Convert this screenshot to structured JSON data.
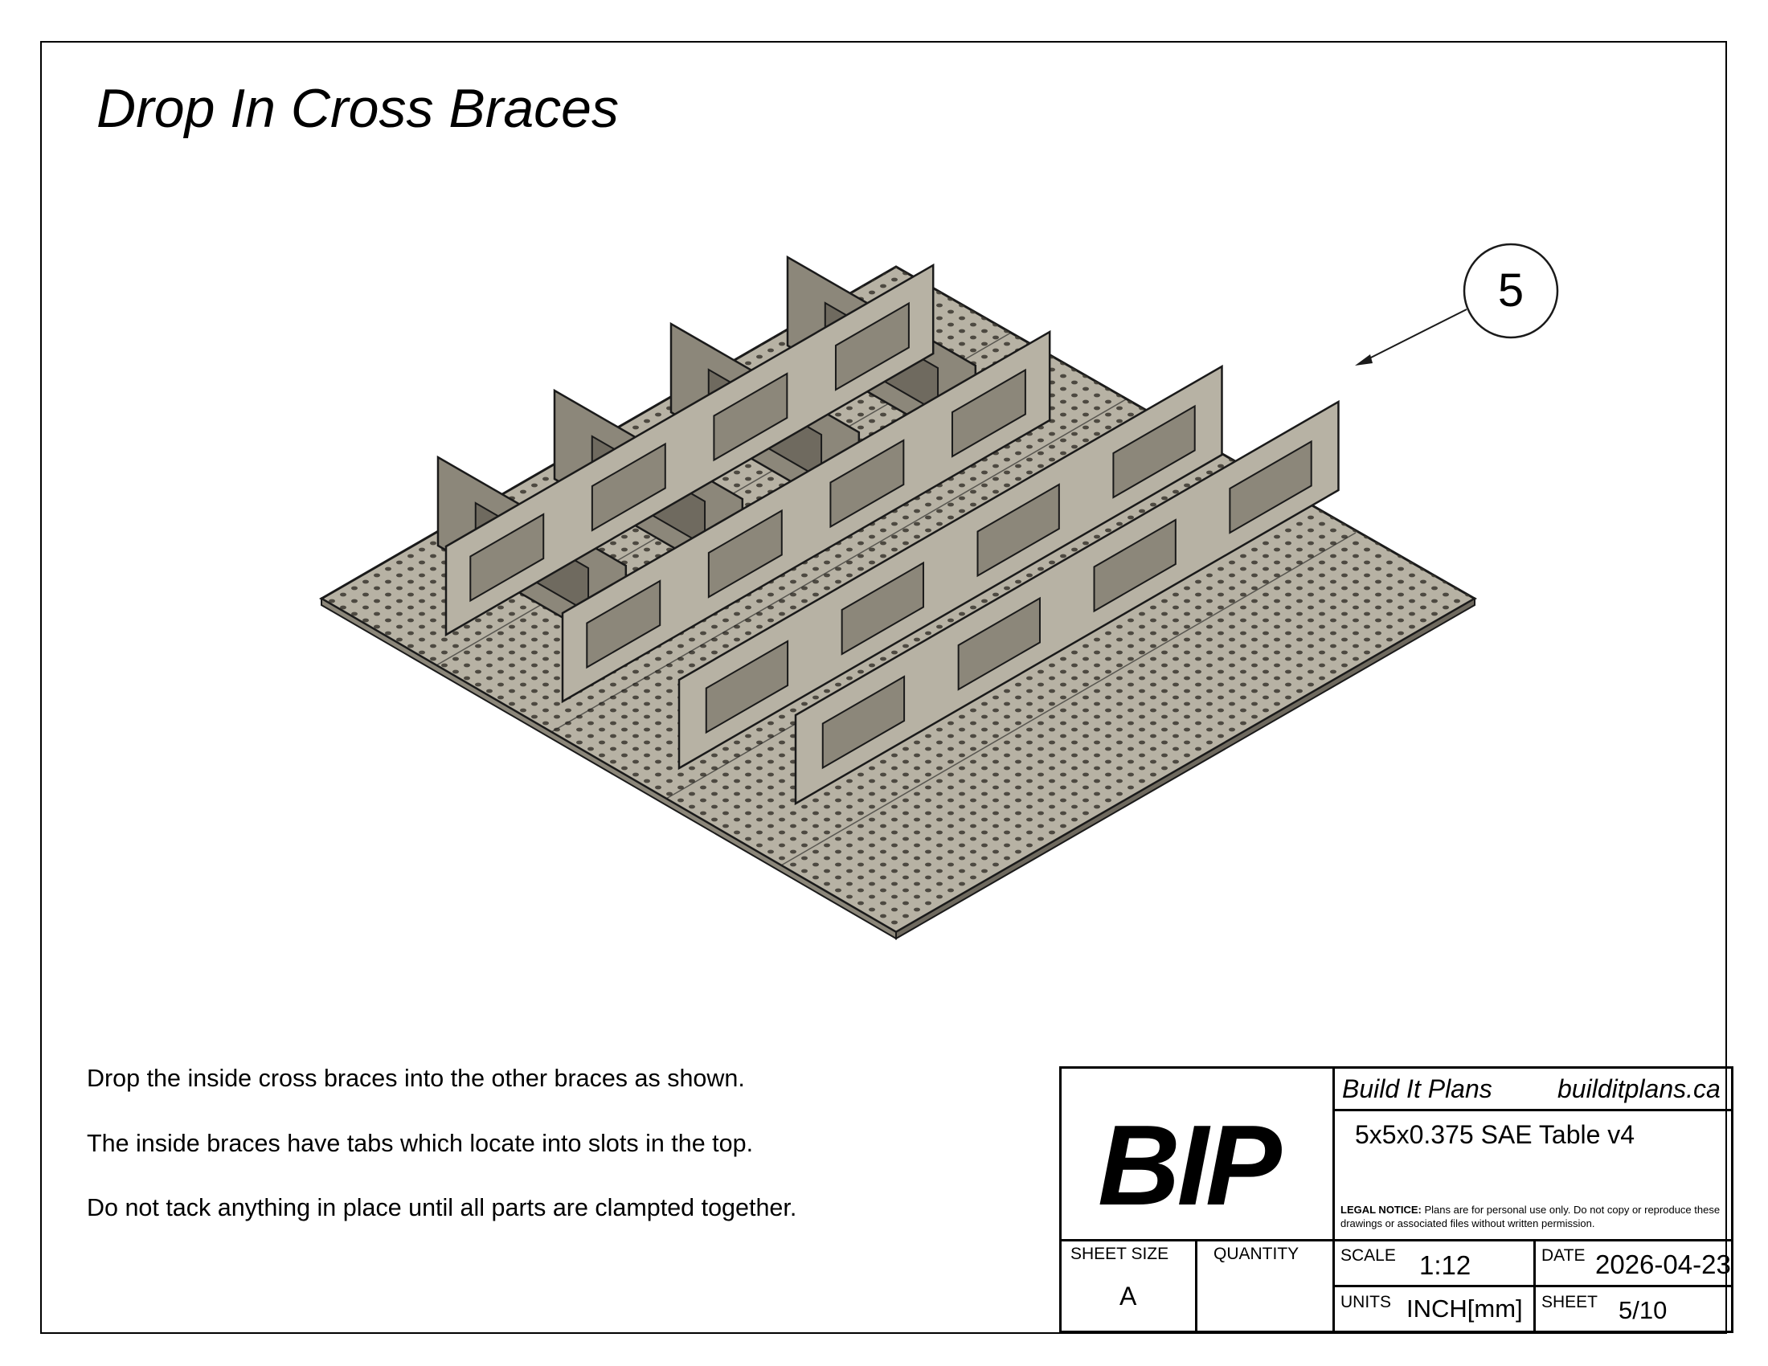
{
  "sheet_title": "Drop In Cross Braces",
  "balloon": "5",
  "notes": [
    "Drop the inside cross braces into the other braces as shown.",
    "The inside braces have tabs which locate into slots in the top.",
    "Do not tack anything in place until all parts are clampted together."
  ],
  "title_block": {
    "logo": "BIP",
    "company": "Build It Plans",
    "website": "builditplans.ca",
    "project_title": "5x5x0.375 SAE Table v4",
    "legal_label": "LEGAL NOTICE:",
    "legal_text": " Plans are for personal use only. Do not copy or reproduce these drawings or associated files without written permission.",
    "sheet_size_label": "SHEET SIZE",
    "sheet_size": "A",
    "quantity_label": "QUANTITY",
    "quantity": "",
    "scale_label": "SCALE",
    "scale": "1:12",
    "date_label": "DATE",
    "date": "2026-04-23",
    "units_label": "UNITS",
    "units": "INCH[mm]",
    "sheet_label": "SHEET",
    "sheet": "5/10"
  },
  "colors": {
    "part_fill": "#b7b2a4",
    "part_shade": "#8c877a",
    "line": "#1a1a1a"
  }
}
